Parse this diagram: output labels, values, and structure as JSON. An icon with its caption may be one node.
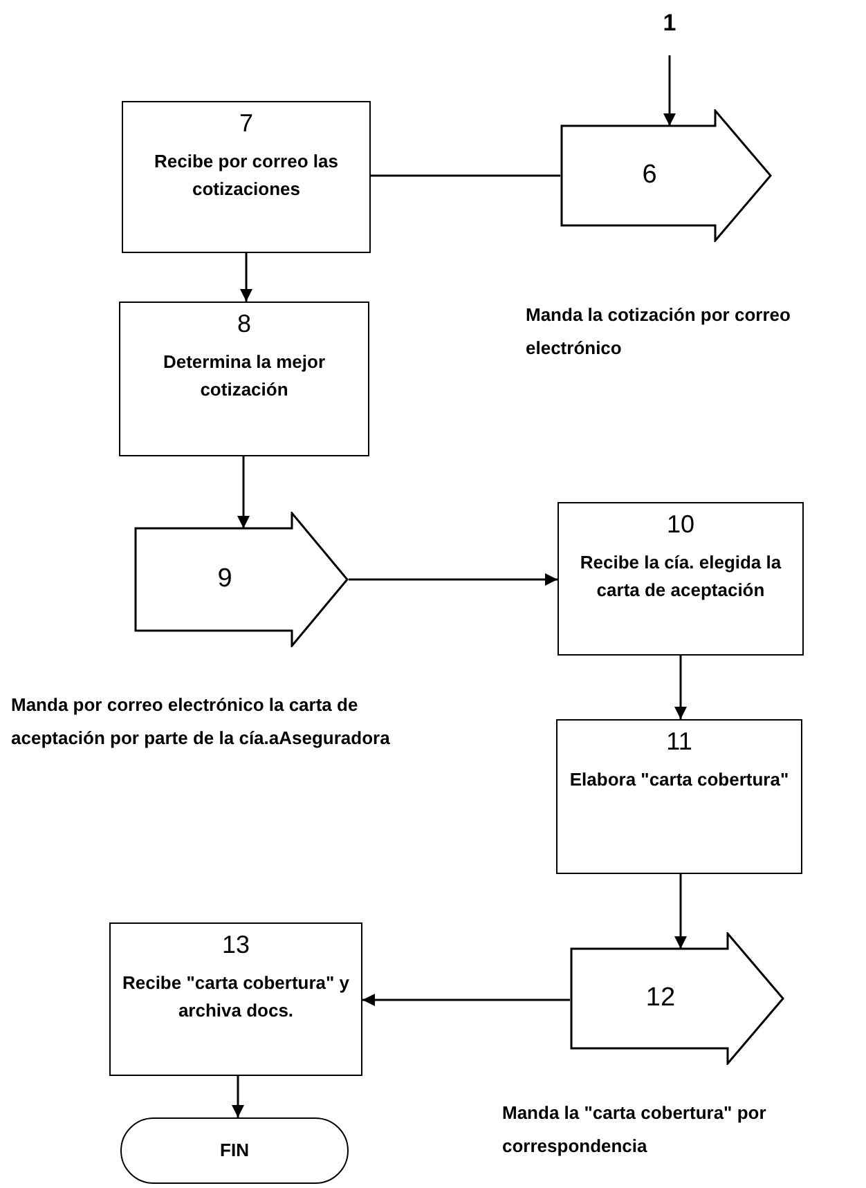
{
  "diagram": {
    "nodes": [
      {
        "text": [
          "1"
        ]
      },
      {
        "text": [
          "7",
          "Recibe por correo las cotizaciones"
        ]
      },
      {
        "text": [
          "6"
        ],
        "beside": [
          "Manda la cotización por correo electrónico"
        ]
      },
      {
        "text": [
          "8",
          "Determina la mejor cotización"
        ]
      },
      {
        "text": [
          "9"
        ],
        "beside": [
          "Manda por correo electrónico la carta de aceptación por parte de la cía.aAseguradora"
        ]
      },
      {
        "text": [
          "10",
          "Recibe la cía. elegida la carta de aceptación"
        ]
      },
      {
        "text": [
          "11",
          "Elabora \"carta cobertura\""
        ]
      },
      {
        "text": [
          "12"
        ],
        "beside": [
          "Manda la \"carta cobertura\" por correspondencia"
        ]
      },
      {
        "text": [
          "13",
          "Recibe \"carta cobertura\" y archiva docs."
        ]
      },
      {
        "text": [
          "FIN"
        ]
      }
    ],
    "edges": [
      {
        "from": 0,
        "to": 2,
        "arrow": "to"
      },
      {
        "from": 1,
        "to": 2,
        "arrow": "none"
      },
      {
        "from": 1,
        "to": 3,
        "arrow": "to"
      },
      {
        "from": 3,
        "to": 4,
        "arrow": "to"
      },
      {
        "from": 4,
        "to": 5,
        "arrow": "to"
      },
      {
        "from": 5,
        "to": 6,
        "arrow": "to"
      },
      {
        "from": 6,
        "to": 7,
        "arrow": "to"
      },
      {
        "from": 7,
        "to": 8,
        "arrow": "to"
      },
      {
        "from": 8,
        "to": 9,
        "arrow": "to"
      }
    ]
  }
}
